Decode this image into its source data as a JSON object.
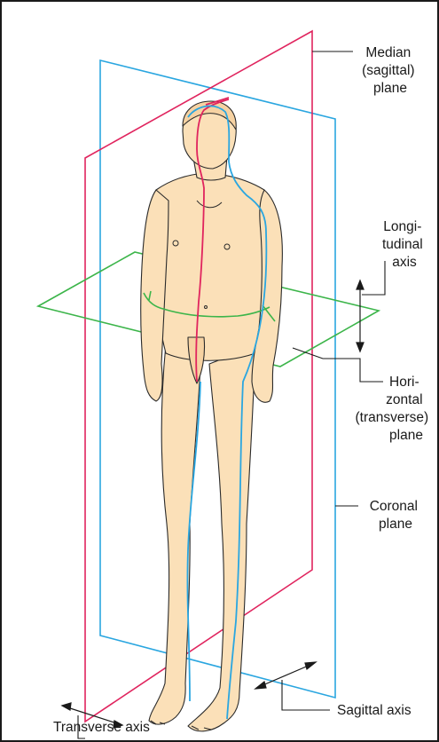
{
  "labels": {
    "median": [
      "Median",
      "(sagittal)",
      "plane"
    ],
    "longitudinal": [
      "Longi-",
      "tudinal",
      "axis"
    ],
    "horizontal": [
      "Hori-",
      "zontal",
      "(transverse)",
      "plane"
    ],
    "coronal": [
      "Coronal",
      "plane"
    ],
    "sagittal_axis": "Sagittal axis",
    "transverse_axis": "Transverse axis"
  },
  "colors": {
    "median_plane": "#e0245e",
    "coronal_plane": "#2aa6e0",
    "horizontal_plane": "#3cb54a",
    "skin": "#fbe0b8",
    "outline": "#2a2a2a"
  }
}
